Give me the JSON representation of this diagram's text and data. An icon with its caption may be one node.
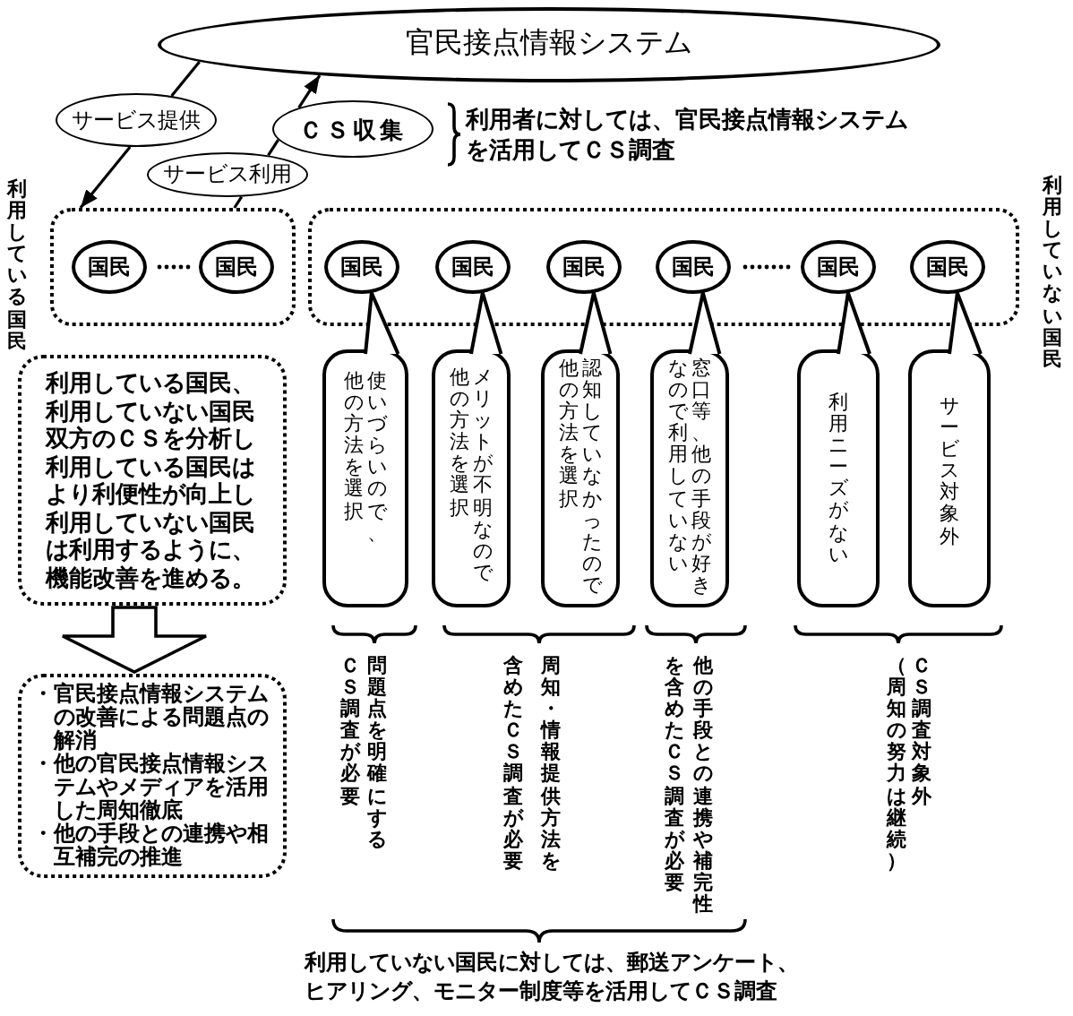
{
  "diagram": {
    "nodes": [
      {
        "text": [
          "官民接点情報システム"
        ]
      },
      {
        "text": [
          "サービス提供"
        ]
      },
      {
        "text": [
          "ＣＳ収集"
        ]
      },
      {
        "text": [
          "サービス利用"
        ]
      },
      {
        "text": [],
        "shape": "box"
      },
      {
        "text": [
          "国民"
        ],
        "in": 4
      },
      {
        "text": [
          "国民"
        ],
        "in": 4
      },
      {
        "text": [],
        "shape": "box"
      },
      {
        "text": [
          "国民"
        ],
        "in": 7
      },
      {
        "text": [
          "国民"
        ],
        "in": 7
      },
      {
        "text": [
          "国民"
        ],
        "in": 7
      },
      {
        "text": [
          "国民"
        ],
        "in": 7
      },
      {
        "text": [
          "国民"
        ],
        "in": 7
      },
      {
        "text": [
          "国民"
        ],
        "in": 7
      },
      {
        "text": [
          "利用している国民、利用していない国民双方のＣＳを分析し利用している国民はより利便性が向上し利用していない国民は利用するように、機能改善を進める。"
        ]
      },
      {
        "text": [
          "使いづらいので、他の方法を選択"
        ]
      },
      {
        "text": [
          "メリットが不明なので他の方法を選択"
        ]
      },
      {
        "text": [
          "認知していなかったので他の方法を選択"
        ]
      },
      {
        "text": [
          "窓口等、他の手段が好きなので利用していない"
        ]
      },
      {
        "text": [
          "利用ニーズがない"
        ]
      },
      {
        "text": [
          "サービス対象外"
        ]
      },
      {
        "text": [
          "・官民接点情報システムの改善による問題点の解消",
          "・他の官民接点情報システムやメディアを活用した周知徹底",
          "・他の手段との連携や相互補完の推進"
        ]
      }
    ],
    "edges": [
      {
        "from": 0,
        "to": 1,
        "arrow": "none"
      },
      {
        "from": 1,
        "to": 4,
        "arrow": "to"
      },
      {
        "from": 4,
        "to": 3,
        "arrow": "none"
      },
      {
        "from": 3,
        "to": 2,
        "arrow": "none"
      },
      {
        "from": 2,
        "to": 0,
        "arrow": "to"
      },
      {
        "from": 15,
        "to": 8,
        "arrow": "none"
      },
      {
        "from": 16,
        "to": 9,
        "arrow": "none"
      },
      {
        "from": 17,
        "to": 10,
        "arrow": "none"
      },
      {
        "from": 18,
        "to": 11,
        "arrow": "none"
      },
      {
        "from": 19,
        "to": 12,
        "arrow": "none"
      },
      {
        "from": 20,
        "to": 13,
        "arrow": "none"
      },
      {
        "from": 14,
        "to": 21,
        "arrow": "to",
        "style": "thick"
      }
    ],
    "labels": [
      "利用者に対しては、官民接点情報システムを活用してＣＳ調査",
      "利用している国民",
      "利用していない国民",
      "問題点を明確にするＣＳ調査が必要",
      "周知・情報提供方法を含めたＣＳ調査が必要",
      "他の手段との連携や補完性を含めたＣＳ調査が必要",
      "ＣＳ調査対象外",
      "（周知の努力は継続）",
      "利用していない国民に対しては、郵送アンケート、ヒアリング、モニター制度等を活用してＣＳ調査"
    ]
  }
}
